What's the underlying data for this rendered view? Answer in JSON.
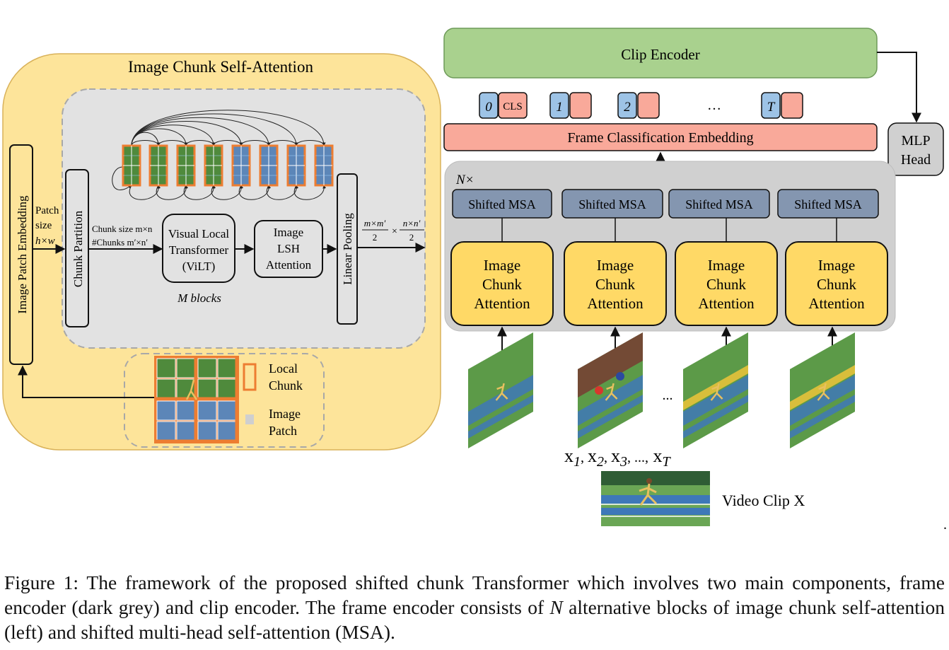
{
  "left_panel": {
    "title": "Image Chunk Self-Attention",
    "patch_embedding_label": "Image Patch Embedding",
    "patch_size_label": [
      "Patch",
      "size",
      "h×w"
    ],
    "chunk_partition_label": "Chunk Partition",
    "chunk_size_label": "Chunk size m×n",
    "num_chunks_label": "#Chunks m′×n′",
    "vilt_label": [
      "Visual Local",
      "Transformer",
      "(ViLT)"
    ],
    "lsh_label": [
      "Image",
      "LSH",
      "Attention"
    ],
    "m_blocks_label": "M blocks",
    "linear_pooling_label": "Linear Pooling",
    "output_dims": {
      "frac1_num": "m×m′",
      "frac1_den": "2",
      "times": "×",
      "frac2_num": "n×n′",
      "frac2_den": "2"
    },
    "legend": {
      "local_chunk": [
        "Local",
        "Chunk"
      ],
      "image_patch": [
        "Image",
        "Patch"
      ]
    }
  },
  "right_panel": {
    "clip_encoder_label": "Clip Encoder",
    "tokens": [
      {
        "index": "0",
        "extra": "CLS"
      },
      {
        "index": "1",
        "extra": ""
      },
      {
        "index": "2",
        "extra": ""
      },
      {
        "index": "…",
        "extra": ""
      },
      {
        "index": "T",
        "extra": ""
      }
    ],
    "frame_classification_label": "Frame Classification Embedding",
    "mlp_head_label": [
      "MLP",
      "Head"
    ],
    "n_times_label": "N×",
    "shifted_msa_labels": [
      "Shifted MSA",
      "Shifted MSA",
      "Shifted MSA",
      "Shifted MSA"
    ],
    "ica_labels": [
      [
        "Image",
        "Chunk",
        "Attention"
      ],
      [
        "Image",
        "Chunk",
        "Attention"
      ],
      [
        "Image",
        "Chunk",
        "Attention"
      ],
      [
        "Image",
        "Chunk",
        "Attention"
      ]
    ],
    "frames_ellipsis": "...",
    "frame_sequence": {
      "x": "x",
      "subs": [
        "1",
        "2",
        "3",
        "T"
      ],
      "dots": "...,"
    },
    "video_clip_label": "Video Clip X",
    "trailing_dot": "."
  },
  "caption": {
    "part1": "Figure 1: The framework of the proposed shifted chunk Transformer which involves two main components, frame encoder (dark grey) and clip encoder. The frame encoder consists of ",
    "n": "N",
    "part2": " alternative blocks of image chunk self-attention (left) and shifted multi-head self-attention (MSA)."
  },
  "colors": {
    "yellow_panel": "#fde49a",
    "grey_panel": "#e2e2e2",
    "clip_green": "#a9d18e",
    "salmon": "#f9a99a",
    "token_blue": "#9dc3e6",
    "msa_blue": "#8496b0",
    "ica_yellow": "#ffd966",
    "orange": "#ed7d31",
    "mlp_grey": "#d0d0d0"
  }
}
